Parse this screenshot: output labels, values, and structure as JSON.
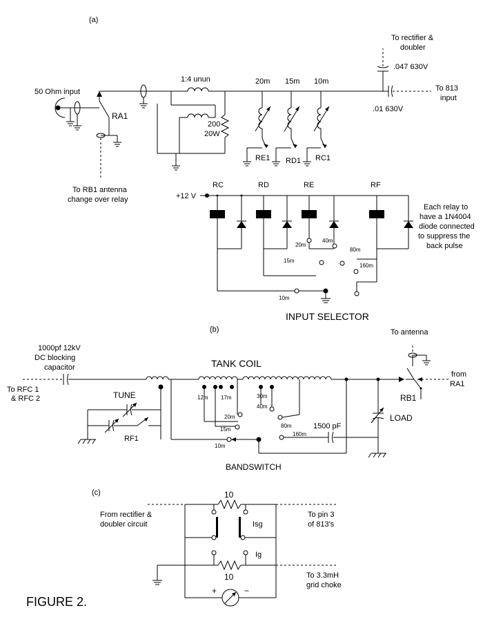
{
  "figure_title": "FIGURE 2.",
  "section_a": {
    "label": "(a)",
    "input_label": "50 Ohm input",
    "relay_label": "RA1",
    "relay_note_1": "To RB1 antenna",
    "relay_note_2": "change over relay",
    "unun_label": "1:4 unun",
    "resistor_value_1": "200",
    "resistor_value_2": "20W",
    "band_20": "20m",
    "band_15": "15m",
    "band_10": "10m",
    "rectifier_note_1": "To rectifier &",
    "rectifier_note_2": "doubler",
    "cap_047": ".047 630V",
    "cap_01": ".01 630V",
    "output_note_1": "To 813",
    "output_note_2": "input",
    "relay_re1": "RE1",
    "relay_rd1": "RD1",
    "relay_rc1": "RC1",
    "supply_label": "+12 V",
    "coil_rc": "RC",
    "coil_rd": "RD",
    "coil_re": "RE",
    "coil_rf": "RF",
    "relay_note": [
      "Each relay to",
      "have a 1N4004",
      "diode connected",
      "to suppress the",
      "back pulse"
    ],
    "sel_20m": "20m",
    "sel_40m": "40m",
    "sel_15m": "15m",
    "sel_80m": "80m",
    "sel_160m": "160m",
    "sel_10m": "10m",
    "selector_title": "INPUT SELECTOR"
  },
  "section_b": {
    "label": "(b)",
    "cap_note_1": "1000pf 12kV",
    "cap_note_2": "DC blocking",
    "cap_note_3": "capacitor",
    "rfc_note_1": "To  RFC 1",
    "rfc_note_2": "& RFC 2",
    "tank_title": "TANK COIL",
    "tune_label": "TUNE",
    "rf1_label": "RF1",
    "tap_12m": "12m",
    "tap_17m": "17m",
    "tap_30m": "30m",
    "tap_40m": "40m",
    "tap_20m": "20m",
    "tap_15m": "15m",
    "tap_80m": "80m",
    "tap_160m": "160m",
    "tap_10m": "10m",
    "pad_cap": "1500 pF",
    "load_label": "LOAD",
    "bandswitch_label": "BANDSWITCH",
    "antenna_note": "To antenna",
    "rb1_label": "RB1",
    "from_note_1": "from",
    "from_note_2": "RA1"
  },
  "section_c": {
    "label": "(c)",
    "res_top": "10",
    "res_bottom": "10",
    "from_note_1": "From rectifier &",
    "from_note_2": "doubler circuit",
    "isg_label": "Isg",
    "ig_label": "Ig",
    "pin_note_1": "To pin 3",
    "pin_note_2": "of 813's",
    "choke_note_1": "To 3.3mH",
    "choke_note_2": "grid choke",
    "plus": "+",
    "minus": "−"
  }
}
